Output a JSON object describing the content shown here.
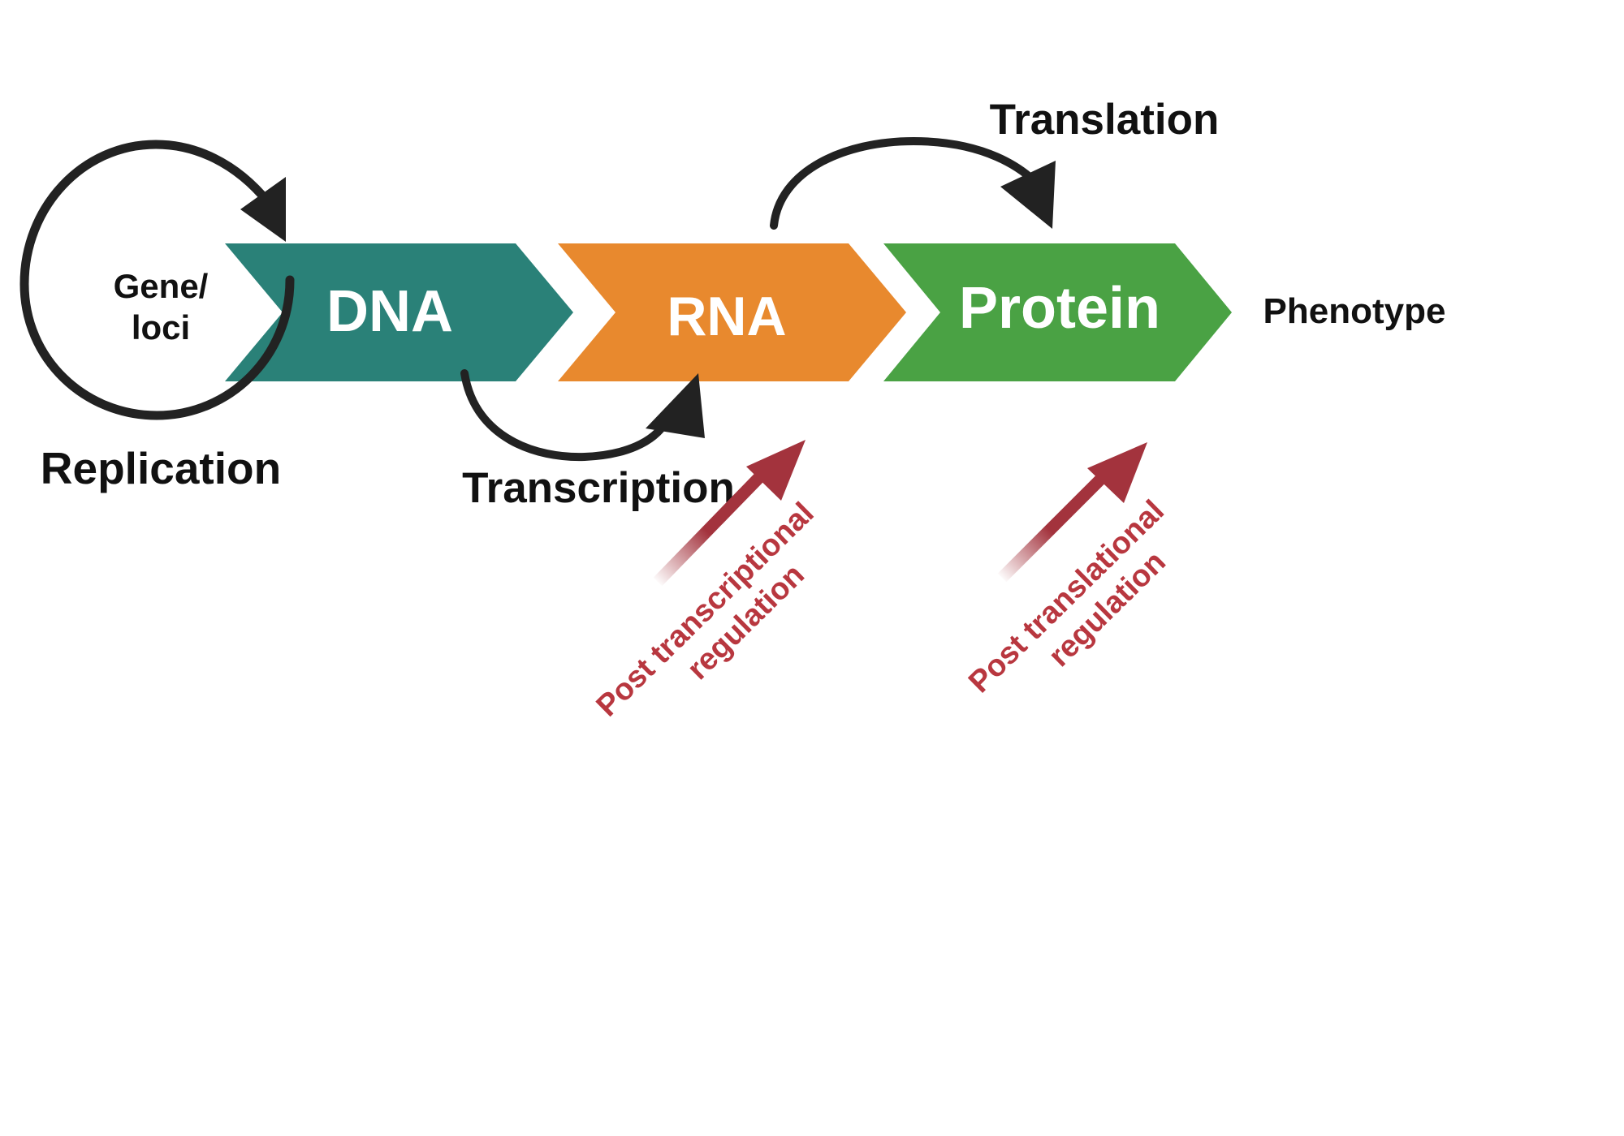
{
  "colors": {
    "dna": "#2a8178",
    "rna": "#e8892e",
    "protein": "#4aa244",
    "arrow": "#222222",
    "regulation": "#a3333d",
    "text": "#111111"
  },
  "stages": {
    "dna": {
      "label": "DNA"
    },
    "rna": {
      "label": "RNA"
    },
    "protein": {
      "label": "Protein"
    }
  },
  "labels": {
    "gene_line1": "Gene/",
    "gene_line2": "loci",
    "phenotype": "Phenotype",
    "replication": "Replication",
    "transcription": "Transcription",
    "translation": "Translation"
  },
  "regulation": {
    "post_transcriptional_line1": "Post transcriptional",
    "post_transcriptional_line2": "regulation",
    "post_translational_line1": "Post translational",
    "post_translational_line2": "regulation"
  }
}
